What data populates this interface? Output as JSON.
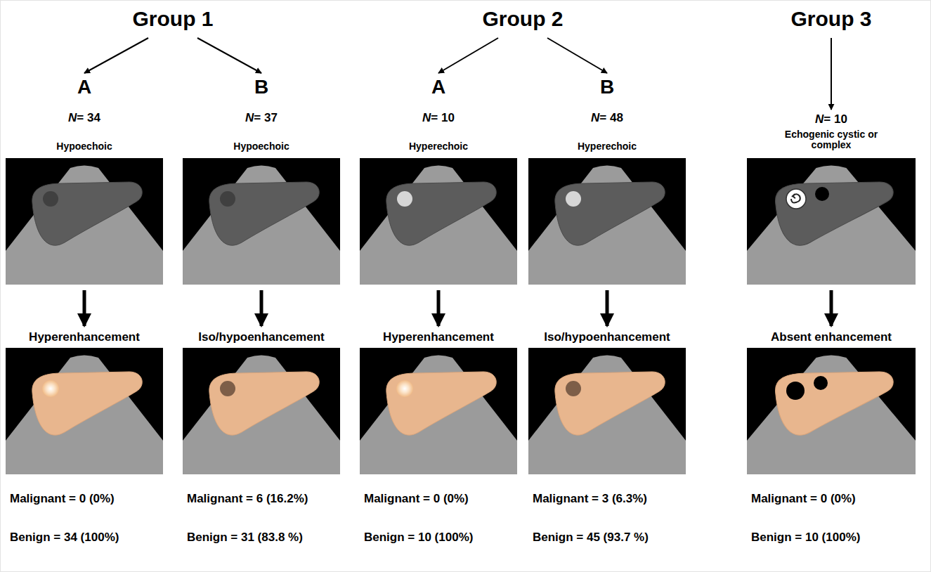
{
  "diagram": {
    "nodes": [
      {
        "text": [
          "Group 1"
        ]
      },
      {
        "text": [
          "A",
          "N= 34",
          "Hypoechoic"
        ]
      },
      {
        "text": [
          "Hyperenhancement",
          "Malignant = 0 (0%)",
          "Benign = 34 (100%)"
        ]
      },
      {
        "text": [
          "B",
          "N= 37",
          "Hypoechoic"
        ]
      },
      {
        "text": [
          "Iso/hypoenhancement",
          "Malignant = 6 (16.2%)",
          "Benign = 31 (83.8 %)"
        ]
      },
      {
        "text": [
          "Group 2"
        ]
      },
      {
        "text": [
          "A",
          "N= 10",
          "Hyperechoic"
        ]
      },
      {
        "text": [
          "Hyperenhancement",
          "Malignant = 0 (0%)",
          "Benign = 10 (100%)"
        ]
      },
      {
        "text": [
          "B",
          "N= 48",
          "Hyperechoic"
        ]
      },
      {
        "text": [
          "Iso/hypoenhancement",
          "Malignant = 3 (6.3%)",
          "Benign = 45 (93.7 %)"
        ]
      },
      {
        "text": [
          "Group 3"
        ]
      },
      {
        "text": [
          "N= 10",
          "Echogenic cystic or complex"
        ]
      },
      {
        "text": [
          "Absent enhancement",
          "Malignant = 0 (0%)",
          "Benign = 10 (100%)"
        ]
      }
    ],
    "edges": [
      {
        "from": 0,
        "to": 1,
        "arrow": "to"
      },
      {
        "from": 0,
        "to": 3,
        "arrow": "to"
      },
      {
        "from": 5,
        "to": 6,
        "arrow": "to"
      },
      {
        "from": 5,
        "to": 8,
        "arrow": "to"
      },
      {
        "from": 10,
        "to": 11,
        "arrow": "to"
      },
      {
        "from": 1,
        "to": 2,
        "arrow": "to"
      },
      {
        "from": 3,
        "to": 4,
        "arrow": "to"
      },
      {
        "from": 6,
        "to": 7,
        "arrow": "to"
      },
      {
        "from": 8,
        "to": 9,
        "arrow": "to"
      },
      {
        "from": 11,
        "to": 12,
        "arrow": "to"
      }
    ]
  }
}
